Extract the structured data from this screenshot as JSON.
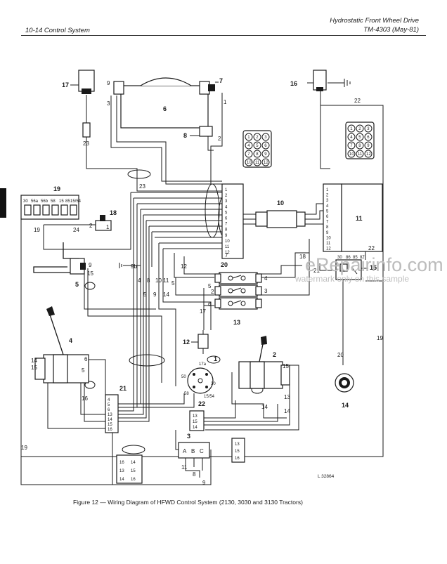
{
  "header": {
    "section": "10-14   Control System",
    "title_line_1": "Hydrostatic Front Wheel Drive",
    "title_line_2": "TM-4303 (May-81)"
  },
  "caption": "Figure 12 — Wiring Diagram of HFWD Control System (2130, 3030 and 3130 Tractors)",
  "figure_code": "L 32864",
  "watermark": {
    "line_1": "eRepairinfo.com",
    "line_2": "watermark only on this sample"
  },
  "components": {
    "c1": "1",
    "c2": "2",
    "c3": "3",
    "c4": "4",
    "c5": "5",
    "c6": "6",
    "c7": "7",
    "c8": "8",
    "c9": "9",
    "c10": "10",
    "c11": "11",
    "c12": "12",
    "c13": "13",
    "c14": "14",
    "c15": "15",
    "c16": "16",
    "c17": "17",
    "c18": "18",
    "c19": "19",
    "c20": "20",
    "c21": "21",
    "c22": "22"
  },
  "wires": {
    "w1": "1",
    "w2": "2",
    "w3": "3",
    "w4": "4",
    "w5": "5",
    "w6": "6",
    "w7": "7",
    "w8": "8",
    "w9": "9",
    "w9b": "9b",
    "w10": "10",
    "w11": "11",
    "w12": "12",
    "w13": "13",
    "w14": "14",
    "w15": "15",
    "w16": "16",
    "w17": "17",
    "w17a": "17a",
    "w18": "18",
    "w19": "19",
    "w20": "20",
    "w21": "21",
    "w22": "22",
    "w23": "23",
    "w24": "24"
  },
  "connector_20_pins": [
    "1",
    "2",
    "3",
    "4",
    "5",
    "6",
    "7",
    "8",
    "9",
    "10",
    "11",
    "12"
  ],
  "connector_11_pins": [
    "1",
    "2",
    "3",
    "4",
    "5",
    "6",
    "7",
    "8",
    "9",
    "10",
    "11",
    "12"
  ],
  "plug_21_pins": [
    "4",
    "5",
    "6",
    "13",
    "14",
    "15",
    "16"
  ],
  "plug_22_pins": [
    "13",
    "15",
    "14"
  ],
  "plug_21_face": [
    "16",
    "14",
    "13",
    "15",
    "14",
    "16"
  ],
  "plug_22_face": [
    "13",
    "15",
    "16"
  ],
  "connector_3_pins": [
    "A",
    "B",
    "C"
  ],
  "connector_19_terminals": [
    "30",
    "56a",
    "56b",
    "58",
    "15",
    "85",
    "15/54"
  ],
  "pin_face_grid": [
    "1",
    "2",
    "3",
    "4",
    "5",
    "6",
    "7",
    "8",
    "9",
    "10",
    "11",
    "12"
  ],
  "relay_15_terminals": [
    "30",
    "86",
    "85",
    "87"
  ],
  "switch_1_terminals": [
    "50",
    "30",
    "58",
    "15/54",
    "17a"
  ]
}
